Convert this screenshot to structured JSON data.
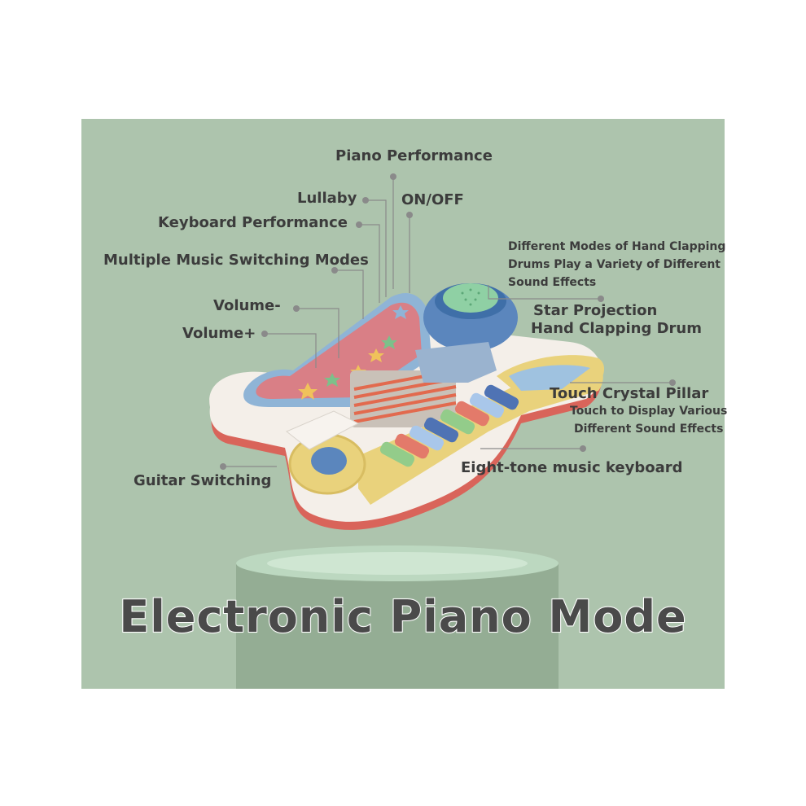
{
  "labels": {
    "piano_performance": "Piano  Performance",
    "lullaby": "Lullaby",
    "on_off": "ON/OFF",
    "keyboard_performance": "Keyboard Performance",
    "multiple_modes": "Multiple Music Switching Modes",
    "clapping_desc_1": "Different Modes of Hand Clapping",
    "clapping_desc_2": "Drums  Play a Variety of Different",
    "clapping_desc_3": "Sound Effects",
    "star_projection": "Star Projection",
    "hand_clapping_drum": "Hand Clapping Drum",
    "volume_minus": "Volume-",
    "volume_plus": "Volume+",
    "touch_crystal_pillar": "Touch Crystal Pillar",
    "touch_desc_1": "Touch to Display Various",
    "touch_desc_2": "Different Sound Effects",
    "eight_tone": "Eight-tone music keyboard",
    "guitar_switching": "Guitar Switching"
  },
  "title": "Electronic Piano Mode",
  "colors": {
    "background": "#adc4ad",
    "label_text": "#3c3c3c",
    "leader_line": "#8a8a8a",
    "podium": "#94ad94",
    "toy_body": "#e9d27c",
    "toy_red": "#d9645a",
    "toy_blue": "#6d93c4"
  }
}
